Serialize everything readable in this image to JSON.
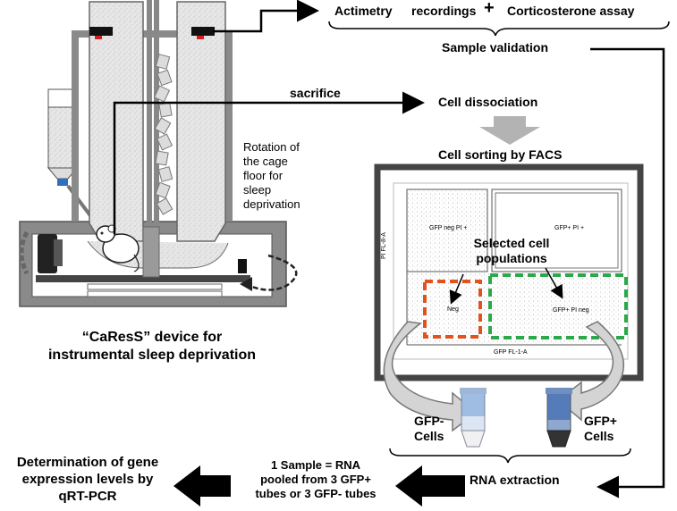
{
  "top": {
    "actimetry": "Actimetry",
    "recordings": "recordings",
    "plus": "+",
    "corticosterone": "Corticosterone assay",
    "validation": "Sample validation"
  },
  "labels": {
    "sacrifice": "sacrifice",
    "dissociation": "Cell dissociation",
    "facs": "Cell sorting by FACS",
    "rotation": [
      "Rotation of",
      "the cage",
      "floor for",
      "sleep",
      "deprivation"
    ],
    "device": [
      "“CaResS” device for",
      "instrumental sleep deprivation"
    ],
    "rna_extraction": "RNA extraction",
    "sample": [
      "1 Sample  = RNA",
      "pooled from 3 GFP+",
      "tubes or 3 GFP- tubes"
    ],
    "determination": [
      "Determination of gene",
      "expression levels by",
      "qRT-PCR"
    ]
  },
  "facs_plot": {
    "q_top_left": "GFP neg PI +",
    "q_top_right": "GFP+ PI +",
    "q_bottom_left": "Neg",
    "q_bottom_right": "GFP+ PI neg",
    "y_axis": "PI FL-8-A",
    "x_axis": "GFP FL-1-A",
    "selected": [
      "Selected cell",
      "populations"
    ]
  },
  "tubes": {
    "gfp_neg": [
      "GFP-",
      "Cells"
    ],
    "gfp_pos": [
      "GFP+",
      "Cells"
    ]
  },
  "colors": {
    "neg_gate": "#e0531f",
    "pos_gate": "#2aa84a",
    "frame": "#444444",
    "device_gray": "#8a8a8a",
    "arrow_gray": "#b3b3b3"
  }
}
